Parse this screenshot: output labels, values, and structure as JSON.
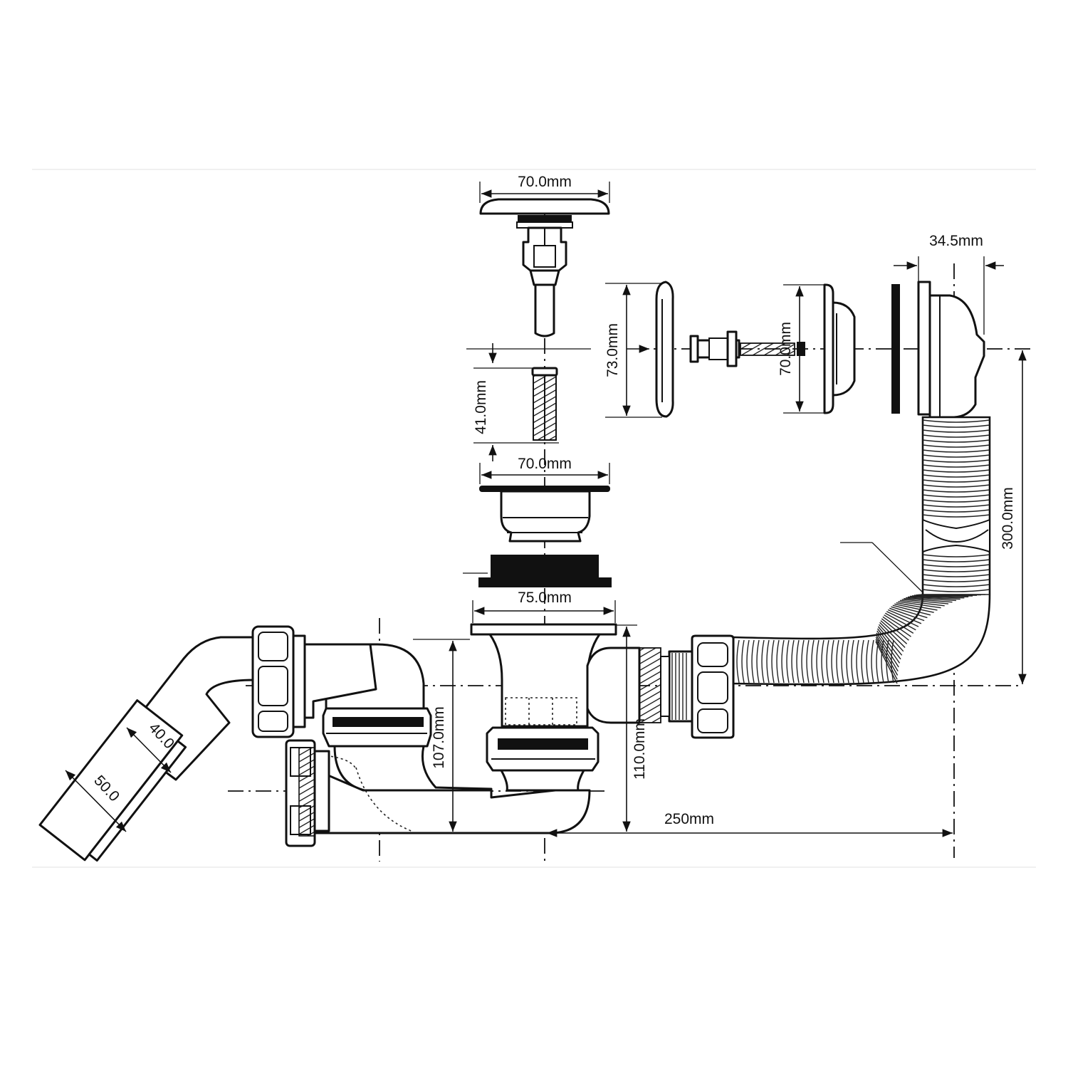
{
  "drawing": {
    "dimensions": {
      "plug_cap_width": "70.0mm",
      "overflow_cover_height": "73.0mm",
      "overflow_plate_height": "70.0mm",
      "overflow_body_depth": "34.5mm",
      "waste_bolt_length": "41.0mm",
      "waste_flange_width": "70.0mm",
      "waste_body_width": "75.0mm",
      "hose_length": "300.0mm",
      "trap_height": "107.0mm",
      "waste_height": "110.0mm",
      "outlet_distance": "250mm",
      "outlet_inner": "40.0",
      "outlet_outer": "50.0"
    }
  }
}
